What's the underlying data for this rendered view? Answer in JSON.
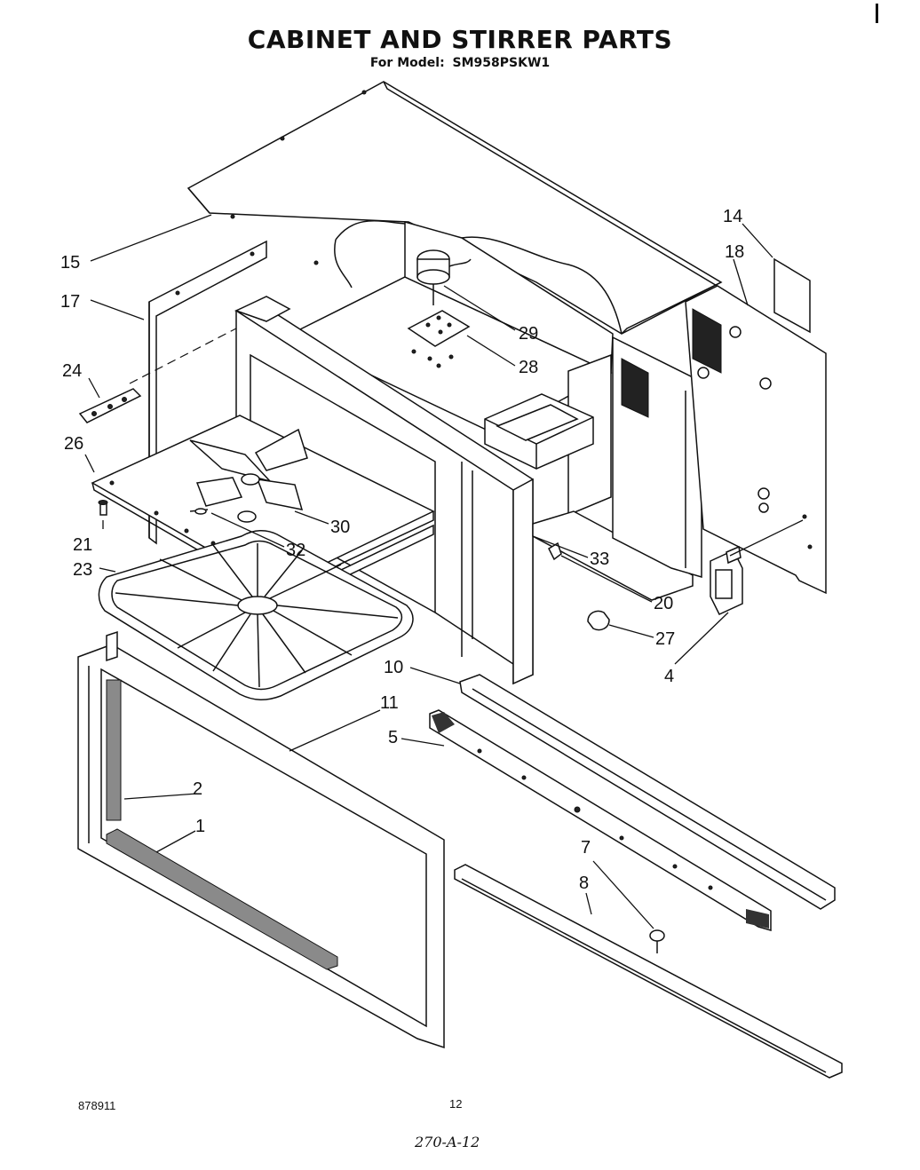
{
  "title": "CABINET AND STIRRER PARTS",
  "subtitle": {
    "prefix": "For Model:",
    "model": "SM958PSKW1"
  },
  "footer": {
    "doc_number": "878911",
    "page_number": "12",
    "handwritten_code": "270-A-12"
  },
  "callouts": [
    {
      "id": "c1",
      "label": "1"
    },
    {
      "id": "c2",
      "label": "2"
    },
    {
      "id": "c4",
      "label": "4"
    },
    {
      "id": "c5",
      "label": "5"
    },
    {
      "id": "c7",
      "label": "7"
    },
    {
      "id": "c8",
      "label": "8"
    },
    {
      "id": "c10",
      "label": "10"
    },
    {
      "id": "c11",
      "label": "11"
    },
    {
      "id": "c14",
      "label": "14"
    },
    {
      "id": "c15",
      "label": "15"
    },
    {
      "id": "c17",
      "label": "17"
    },
    {
      "id": "c18",
      "label": "18"
    },
    {
      "id": "c20",
      "label": "20"
    },
    {
      "id": "c21",
      "label": "21"
    },
    {
      "id": "c23",
      "label": "23"
    },
    {
      "id": "c24",
      "label": "24"
    },
    {
      "id": "c26",
      "label": "26"
    },
    {
      "id": "c27",
      "label": "27"
    },
    {
      "id": "c28",
      "label": "28"
    },
    {
      "id": "c29",
      "label": "29"
    },
    {
      "id": "c30",
      "label": "30"
    },
    {
      "id": "c32",
      "label": "32"
    },
    {
      "id": "c33",
      "label": "33"
    }
  ]
}
